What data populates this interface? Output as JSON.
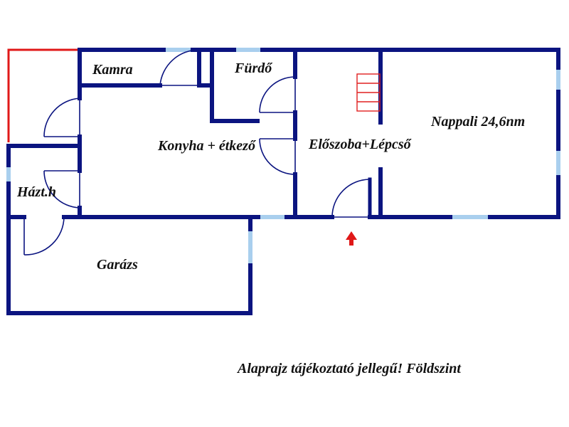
{
  "rooms": {
    "kamra": "Kamra",
    "furdo": "Fürdő",
    "konyha": "Konyha + étkező",
    "eloszoba": "Előszoba+Lépcső",
    "nappali": "Nappali 24,6nm",
    "haztartasi": "Házt.h",
    "garazs": "Garázs"
  },
  "caption": "Alaprajz tájékoztató jellegű! Földszint",
  "colors": {
    "wall": "#0b1480",
    "window": "#a9cfee",
    "red_wall": "#e01818",
    "stairs": "#e02020",
    "entry_arrow": "#e01818"
  },
  "icons": {
    "entry": "entry-arrow-icon",
    "stairs": "stairs-icon"
  }
}
